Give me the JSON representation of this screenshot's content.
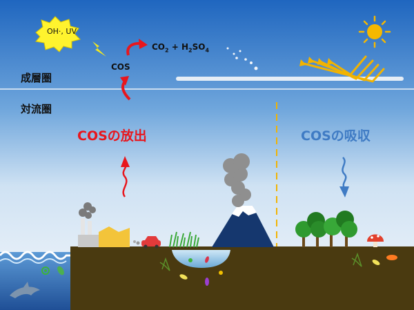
{
  "labels": {
    "stratosphere": "成層圏",
    "troposphere": "対流圏",
    "cos": "COS",
    "oxidants": "OH·, UV",
    "products": {
      "co2": "CO",
      "sub2": "2",
      "plus": " + H",
      "sub2b": "2",
      "so": "SO",
      "sub4": "4"
    },
    "emission": "COSの放出",
    "absorption": "COSの吸収"
  },
  "colors": {
    "emission": "#e8161d",
    "absorption": "#3f7bc4",
    "sky_top": "#1f6cc2",
    "ground": "#4a3a10",
    "sea": "#2e6ab0",
    "divider": "#f2b300"
  },
  "icons": [
    "sun-icon",
    "starburst-icon",
    "lightning-icon",
    "factory-icon",
    "car-icon",
    "volcano-icon",
    "forest-icon",
    "mushroom-icon",
    "dolphin-icon",
    "bacteria-icon"
  ]
}
